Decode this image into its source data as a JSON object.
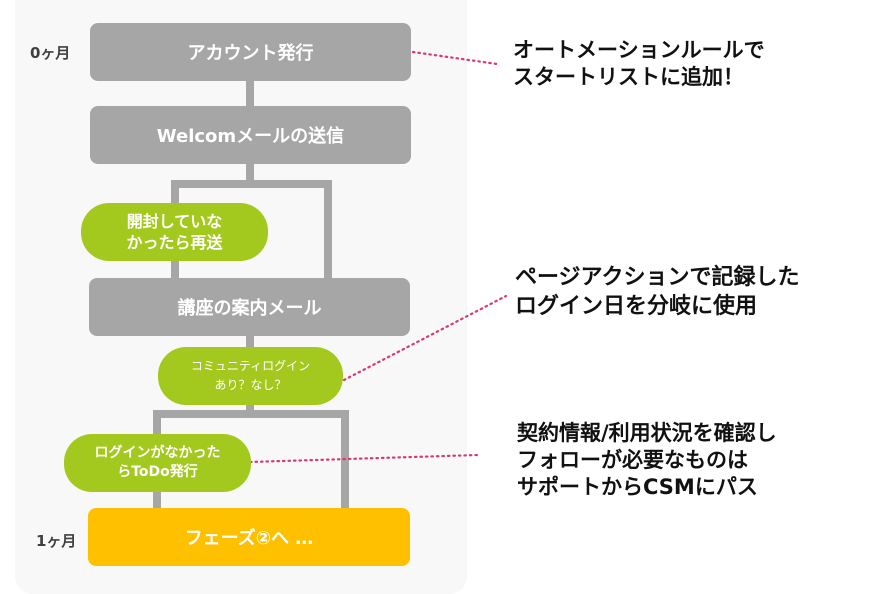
{
  "timeline": {
    "start_label": "0ヶ月",
    "end_label": "1ヶ月"
  },
  "flow": {
    "account_issue": "アカウント発行",
    "welcome_mail": "Welcomメールの送信",
    "resend": [
      "開封していな",
      "かったら再送"
    ],
    "course_mail": "講座の案内メール",
    "community_login": [
      "コミュニティログイン",
      "あり？なし？"
    ],
    "todo_issue": [
      "ログインがなかった",
      "らToDo発行"
    ],
    "phase2": "フェーズ②へ …"
  },
  "notes": {
    "automation": [
      "オートメーションルールで",
      "スタートリストに追加！"
    ],
    "page_action": [
      "ページアクションで記録した",
      "ログイン日を分岐に使用"
    ],
    "contract": [
      "契約情報/利用状況を確認し",
      "フォローが必要なものは",
      "サポートからCSMにパス"
    ]
  },
  "colors": {
    "step_gray": "#a6a6a6",
    "branch_green": "#a4c91e",
    "phase_yellow": "#ffc000",
    "connector_pink": "#d63a6e"
  }
}
